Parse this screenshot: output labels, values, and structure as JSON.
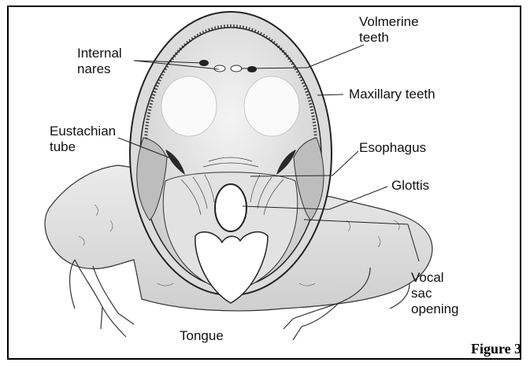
{
  "labels": {
    "internal_nares": "Internal\nnares",
    "volmerine_teeth": "Volmerine\nteeth",
    "maxillary_teeth": "Maxillary teeth",
    "eustachian_tube": "Eustachian\ntube",
    "esophagus": "Esophagus",
    "glottis": "Glottis",
    "vocal_sac_opening": "Vocal\nsac\nopening",
    "tongue": "Tongue"
  },
  "caption": "Figure 3"
}
